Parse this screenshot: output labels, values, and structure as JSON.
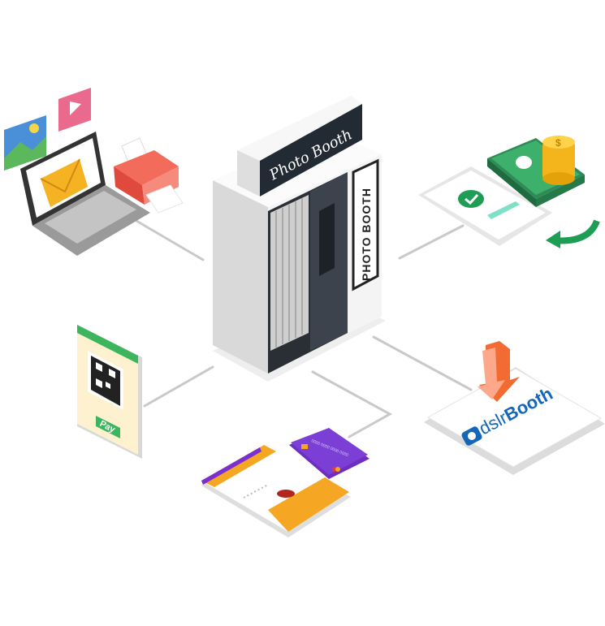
{
  "booth": {
    "sign_label": "Photo Booth",
    "side_label": "PHOTO BOOTH"
  },
  "qr_payment": {
    "pay_label": "Pay"
  },
  "software": {
    "brand_prefix": "dslr",
    "brand_suffix": "Booth"
  },
  "credit_card": {
    "number": "0000 0000 0000 0000"
  },
  "colors": {
    "accent_orange": "#f5a623",
    "purple": "#7b2fd0",
    "green": "#1e9e55",
    "blue": "#1466b8",
    "red": "#f15a4a"
  }
}
